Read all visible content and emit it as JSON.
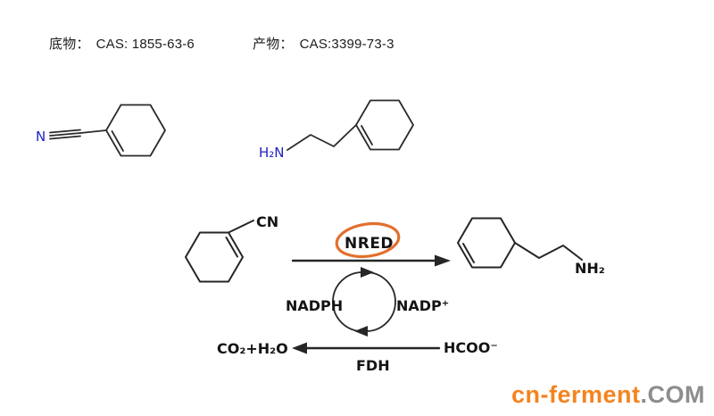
{
  "header": {
    "substrate_label": "底物：",
    "substrate_cas": "CAS: 1855-63-6",
    "product_label": "产物：",
    "product_cas": "CAS:3399-73-3"
  },
  "structures": {
    "nitrile_n": "N",
    "amine_group": "H₂N"
  },
  "scheme": {
    "substrate_group": "CN",
    "product_group": "NH₂",
    "enzyme": "NRED",
    "nadph": "NADPH",
    "nadp": "NADP⁺",
    "co2_h2o": "CO₂+H₂O",
    "formate": "HCOO⁻",
    "fdh": "FDH"
  },
  "watermark": {
    "name": "cn-ferment",
    "tld": ".COM"
  },
  "colors": {
    "heteroatom_blue": "#2121c6",
    "bond_black": "#262626",
    "highlight_orange": "#e2702d",
    "watermark_orange": "#f5831f",
    "watermark_gray": "#8d8d8d"
  }
}
